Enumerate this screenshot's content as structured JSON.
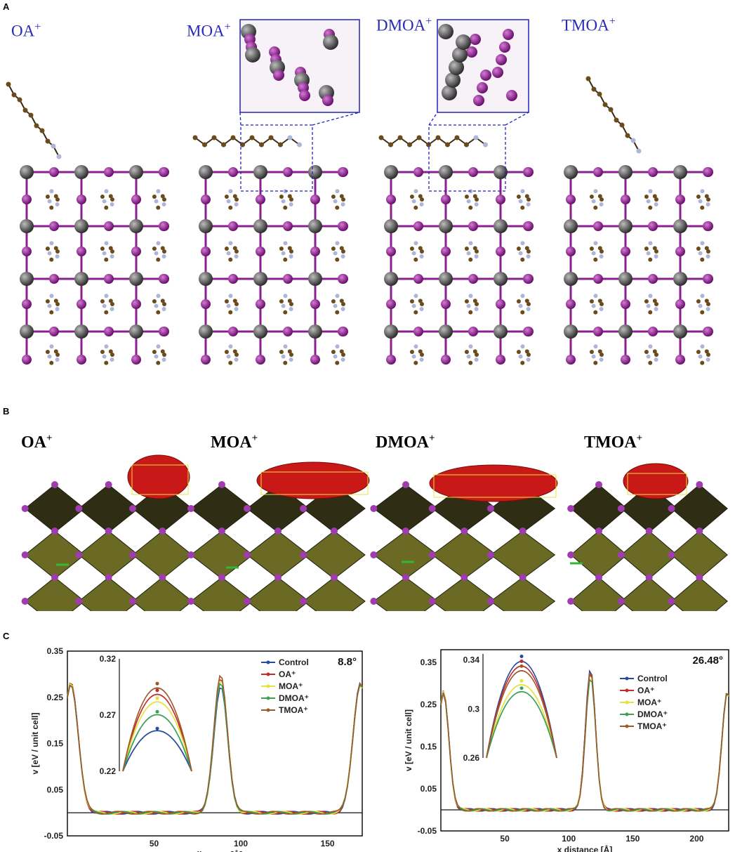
{
  "panel_letters": {
    "a": "A",
    "b": "B",
    "c": "C"
  },
  "panel_a": {
    "labels": [
      "OA",
      "MOA",
      "DMOA",
      "TMOA"
    ],
    "sup": "+"
  },
  "panel_b": {
    "labels": [
      "OA",
      "MOA",
      "DMOA",
      "TMOA"
    ],
    "sup": "+"
  },
  "colors": {
    "label_blue": "#2a2ab8",
    "iodine": "#8b1f8f",
    "lead": "#4a4a4a",
    "carbon": "#6b4a1c",
    "nitrogen": "#aeb6d8",
    "charge_red": "#c81818",
    "octahedron": "#3b3a16"
  },
  "chart_data": [
    {
      "type": "line",
      "angle_label": "8.8°",
      "xlabel": "x distance [Å]",
      "ylabel": "v  [eV / unit cell]",
      "xlim": [
        0,
        170
      ],
      "ylim": [
        -0.05,
        0.35
      ],
      "yticks": [
        "0.35",
        "0.25",
        "0.15",
        "0.05",
        "-0.05"
      ],
      "xticks": [
        "50",
        "100",
        "150"
      ],
      "series": [
        {
          "name": "Control",
          "color": "#2a4a9c",
          "peak": 0.275
        },
        {
          "name": "OA⁺",
          "color": "#c42c2c",
          "peak": 0.29
        },
        {
          "name": "MOA⁺",
          "color": "#e6e23c",
          "peak": 0.285
        },
        {
          "name": "DMOA⁺",
          "color": "#3ca05a",
          "peak": 0.28
        },
        {
          "name": "TMOA⁺",
          "color": "#9c5a28",
          "peak": 0.3
        }
      ],
      "inset": {
        "yticks": [
          "0.32",
          "0.27",
          "0.22"
        ],
        "ylim": [
          0.22,
          0.32
        ],
        "peaks": [
          0.258,
          0.292,
          0.285,
          0.273,
          0.298
        ]
      }
    },
    {
      "type": "line",
      "angle_label": "26.48°",
      "xlabel": "x distance [Å]",
      "ylabel": "v  [eV / unit cell]",
      "xlim": [
        0,
        225
      ],
      "ylim": [
        -0.05,
        0.38
      ],
      "yticks": [
        "0.35",
        "0.25",
        "0.15",
        "0.05",
        "-0.05"
      ],
      "xticks": [
        "50",
        "100",
        "150",
        "200"
      ],
      "series": [
        {
          "name": "Control",
          "color": "#2a4a9c",
          "peak": 0.335
        },
        {
          "name": "OA⁺",
          "color": "#c42c2c",
          "peak": 0.33
        },
        {
          "name": "MOA⁺",
          "color": "#e6e23c",
          "peak": 0.32
        },
        {
          "name": "DMOA⁺",
          "color": "#3ca05a",
          "peak": 0.315
        },
        {
          "name": "TMOA⁺",
          "color": "#9c5a28",
          "peak": 0.328
        }
      ],
      "inset": {
        "yticks": [
          "0.34",
          "0.3",
          "0.26"
        ],
        "ylim": [
          0.26,
          0.345
        ],
        "peaks": [
          0.343,
          0.339,
          0.323,
          0.317,
          0.335
        ]
      }
    }
  ]
}
